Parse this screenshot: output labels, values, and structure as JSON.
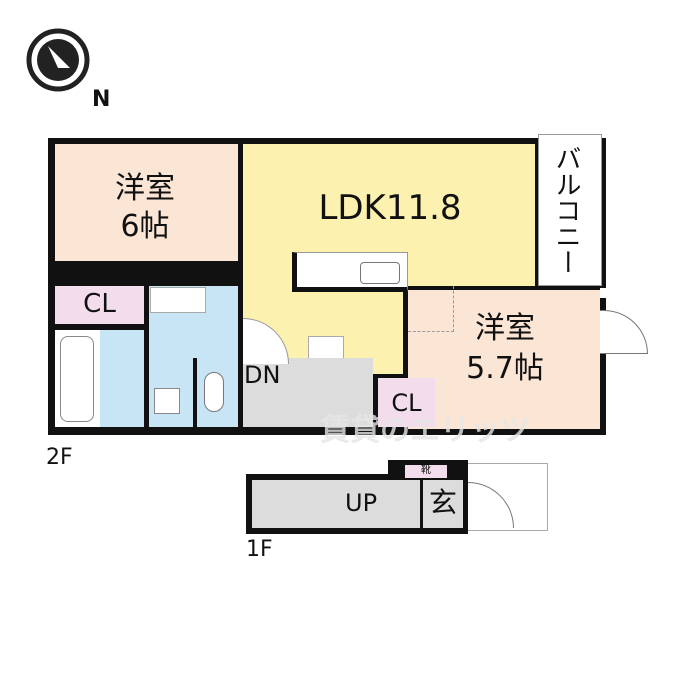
{
  "compass": {
    "north_label": "N"
  },
  "floors": {
    "second": "2F",
    "first": "1F"
  },
  "rooms": {
    "western_room_1": {
      "name": "洋室",
      "size": "6帖"
    },
    "ldk": {
      "label": "LDK11.8"
    },
    "balcony": {
      "label": "バルコニー"
    },
    "western_room_2": {
      "name": "洋室",
      "size": "5.7帖"
    },
    "closet_1": {
      "label": "CL"
    },
    "closet_2": {
      "label": "CL"
    },
    "stairs_down": {
      "label": "DN"
    },
    "stairs_up": {
      "label": "UP"
    },
    "entrance": {
      "label": "玄"
    },
    "shoe_box": {
      "label": "靴"
    }
  },
  "watermark": "賃貸のエリッツ"
}
